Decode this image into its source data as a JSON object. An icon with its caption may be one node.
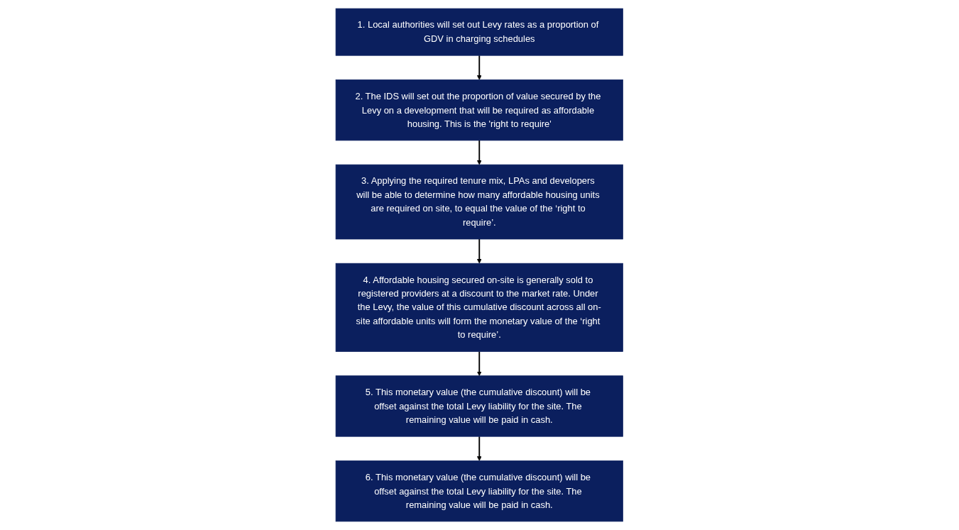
{
  "diagram": {
    "nodes": [
      {
        "text": [
          "1. Local authorities will set out Levy rates as a proportion of GDV in charging schedules"
        ]
      },
      {
        "text": [
          "2. The IDS will set out the proportion of value secured by the Levy on a development that will be required as affordable housing. This is the 'right to require'"
        ]
      },
      {
        "text": [
          "3. Applying the required tenure mix, LPAs and developers will be able to determine how many affordable housing units are required on site, to equal the value of the ‘right to require’."
        ]
      },
      {
        "text": [
          "4. Affordable housing secured on-site is generally sold to registered providers at a discount to the market rate. Under the Levy, the value of this cumulative discount across all on-site affordable units will form the monetary value of the ‘right to require’."
        ]
      },
      {
        "text": [
          "5. This monetary value (the cumulative discount) will be offset against the total Levy liability for the site. The remaining value will be paid in cash."
        ]
      },
      {
        "text": [
          "6. This monetary value (the cumulative discount) will be offset against the total Levy liability for the site. The remaining value will be paid in cash."
        ]
      }
    ],
    "edges": [
      {
        "from": 0,
        "to": 1,
        "arrow": "to"
      },
      {
        "from": 1,
        "to": 2,
        "arrow": "to"
      },
      {
        "from": 2,
        "to": 3,
        "arrow": "to"
      },
      {
        "from": 3,
        "to": 4,
        "arrow": "to"
      },
      {
        "from": 4,
        "to": 5,
        "arrow": "to"
      }
    ]
  }
}
